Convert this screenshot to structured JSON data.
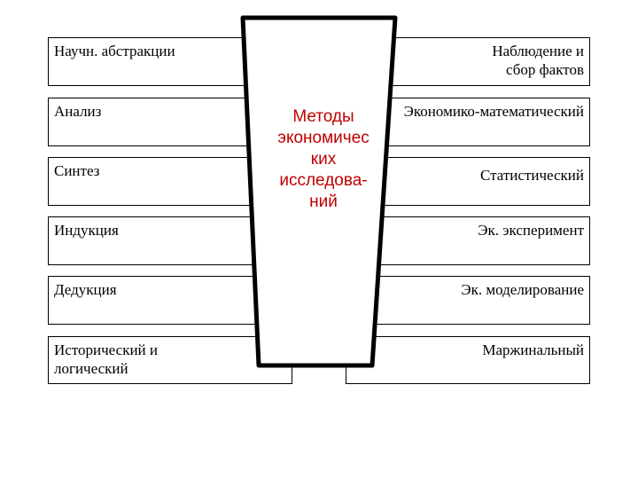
{
  "center": {
    "title": "Методы\nэкономичес\nких\nисследова-\nний",
    "title_color": "#c00000"
  },
  "left_methods": [
    "Научн. абстракции",
    "Анализ",
    "Синтез",
    "Индукция",
    "Дедукция",
    "Исторический и\nлогический"
  ],
  "right_methods": [
    "Наблюдение и\nсбор фактов",
    "Экономико-математический",
    "Статистический",
    "Эк. эксперимент",
    "Эк. моделирование",
    "Маржинальный"
  ]
}
